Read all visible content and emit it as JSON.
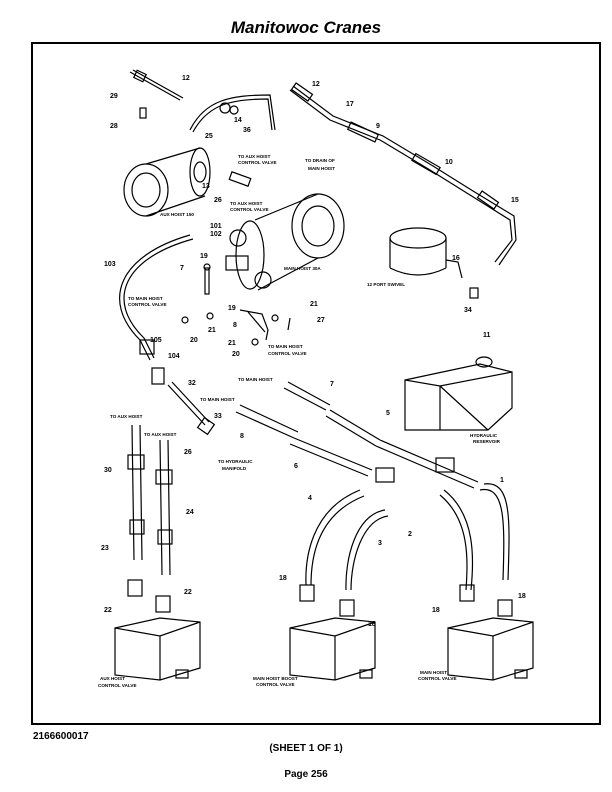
{
  "header": {
    "title": "Manitowoc Cranes"
  },
  "footer": {
    "doc_number": "2166600017",
    "sheet": "(SHEET 1 OF 1)",
    "page": "Page 256"
  },
  "captions": {
    "to_aux_hoist_control_valve_top": [
      "TO AUX HOIST",
      "CONTROL VALVE"
    ],
    "to_drain_main_hoist": [
      "TO DRAIN OF",
      "MAIN HOIST"
    ],
    "aux_hoist_150": "AUX HOIST 150",
    "to_aux_hoist_control_valve_mid": [
      "TO AUX HOIST",
      "CONTROL VALVE"
    ],
    "main_hoist_30a": "MAIN HOIST 30A",
    "port_swivel": "12 PORT SWIVEL",
    "to_main_hoist_control_valve_left": [
      "TO MAIN HOIST",
      "CONTROL VALVE"
    ],
    "to_main_hoist_control_valve_center": [
      "TO MAIN HOIST",
      "CONTROL VALVE"
    ],
    "to_main_hoist_a": "TO MAIN HOIST",
    "to_main_hoist_b": "TO MAIN HOIST",
    "hydraulic_reservoir": [
      "HYDRAULIC",
      "RESERVOIR"
    ],
    "to_aux_hoist_a": "TO AUX HOIST",
    "to_aux_hoist_b": "TO AUX HOIST",
    "to_hydraulic_manifold": [
      "TO HYDRAULIC",
      "MANIFOLD"
    ],
    "aux_hoist_control_valve": [
      "AUX HOIST",
      "CONTROL VALVE"
    ],
    "main_hoist_boost_control_valve": [
      "MAIN HOIST BOOST",
      "CONTROL VALVE"
    ],
    "main_hoist_control_valve": [
      "MAIN HOIST",
      "CONTROL VALVE"
    ]
  },
  "callouts": [
    "29",
    "12",
    "12",
    "28",
    "25",
    "14",
    "36",
    "17",
    "9",
    "10",
    "15",
    "13",
    "26",
    "101",
    "102",
    "103",
    "19",
    "7",
    "16",
    "34",
    "11",
    "19",
    "8",
    "21",
    "27",
    "20",
    "21",
    "21",
    "20",
    "105",
    "104",
    "32",
    "33",
    "7",
    "5",
    "8",
    "6",
    "1",
    "4",
    "3",
    "2",
    "30",
    "26",
    "24",
    "23",
    "22",
    "22",
    "18",
    "18",
    "18",
    "18"
  ]
}
